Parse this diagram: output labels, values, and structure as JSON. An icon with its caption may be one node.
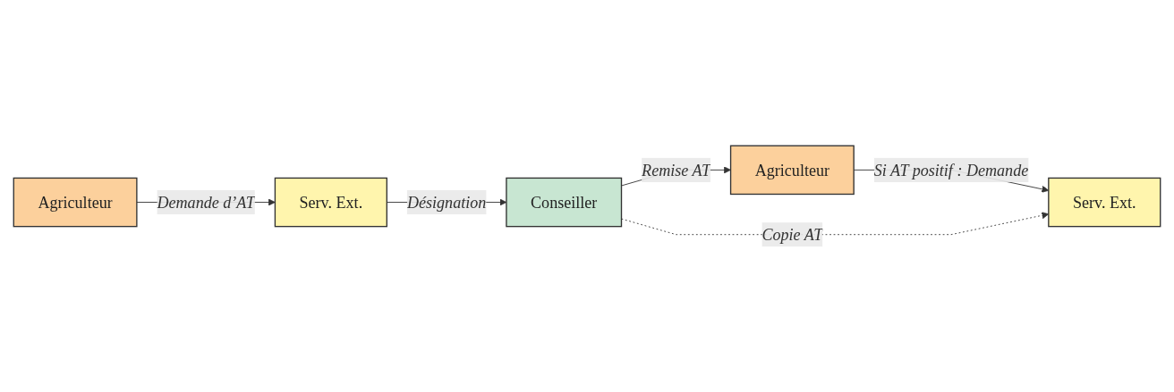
{
  "diagram": {
    "nodes": [
      {
        "text": [
          "Agriculteur"
        ]
      },
      {
        "text": [
          "Serv. Ext."
        ]
      },
      {
        "text": [
          "Conseiller"
        ]
      },
      {
        "text": [
          "Agriculteur"
        ]
      },
      {
        "text": [
          "Serv. Ext."
        ]
      }
    ],
    "edges": [
      {
        "from": 0,
        "to": 1,
        "arrow": "to",
        "label": "Demande d’AT"
      },
      {
        "from": 1,
        "to": 2,
        "arrow": "to",
        "label": "Désignation"
      },
      {
        "from": 2,
        "to": 3,
        "arrow": "to",
        "label": "Remise AT"
      },
      {
        "from": 3,
        "to": 4,
        "arrow": "to",
        "label": "Si AT positif : Demande"
      },
      {
        "from": 2,
        "to": 4,
        "arrow": "to",
        "label": "Copie AT",
        "style": "dashed"
      }
    ]
  }
}
